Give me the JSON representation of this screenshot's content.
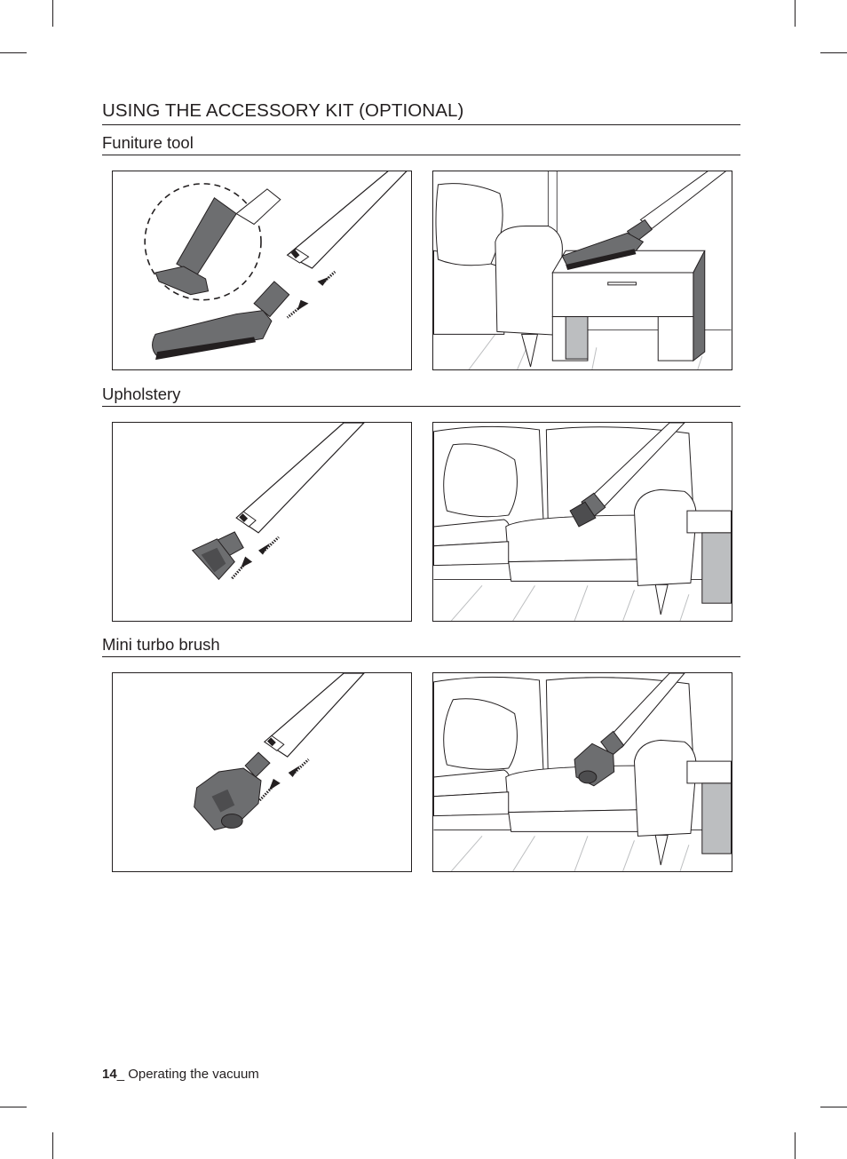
{
  "page": {
    "heading": "USING THE ACCESSORY KIT (OPTIONAL)",
    "footer": {
      "page_number": "14",
      "label": "_ Operating the vacuum"
    }
  },
  "sections": [
    {
      "title": "Funiture tool"
    },
    {
      "title": "Upholstery"
    },
    {
      "title": "Mini turbo brush"
    }
  ],
  "colors": {
    "text": "#231f20",
    "tool_gray": "#6d6e70",
    "tool_dark": "#4d4d4f",
    "light_gray": "#bcbec0"
  },
  "illustrations": [
    {
      "section": "Funiture tool",
      "icon": "furniture-tool-attach-illustration"
    },
    {
      "section": "Funiture tool",
      "icon": "furniture-tool-use-illustration"
    },
    {
      "section": "Upholstery",
      "icon": "upholstery-tool-attach-illustration"
    },
    {
      "section": "Upholstery",
      "icon": "upholstery-tool-use-illustration"
    },
    {
      "section": "Mini turbo brush",
      "icon": "turbo-brush-attach-illustration"
    },
    {
      "section": "Mini turbo brush",
      "icon": "turbo-brush-use-illustration"
    }
  ]
}
